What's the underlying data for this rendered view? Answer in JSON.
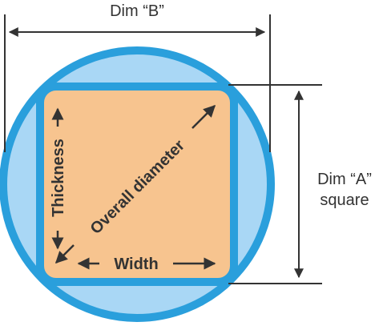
{
  "labels": {
    "dim_b": "Dim “B”",
    "dim_a_line1": "Dim “A”",
    "dim_a_line2": "square",
    "thickness": "Thickness",
    "overall_diameter": "Overall diameter",
    "width": "Width"
  },
  "colors": {
    "circle_fill": "#a9d7f5",
    "circle_stroke": "#2a9fdc",
    "square_fill": "#f7c48f",
    "square_stroke": "#2a9fdc",
    "line": "#333333",
    "text": "#333333"
  }
}
